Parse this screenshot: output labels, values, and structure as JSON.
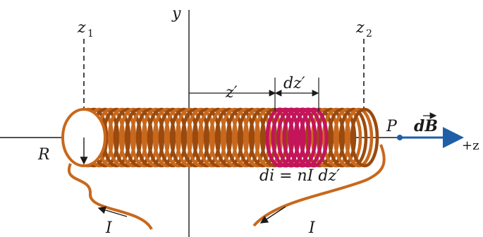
{
  "labels": {
    "y_axis": "y",
    "z1": "z",
    "z1_sub": "1",
    "z2": "z",
    "z2_sub": "2",
    "z_prime": "z′",
    "dz_prime": "dz′",
    "point": "P",
    "field": "dB",
    "plus_z": "+z",
    "radius": "R",
    "current_left": "I",
    "current_right": "I",
    "di_equation": "di = nI dz′"
  },
  "colors": {
    "coil": "#c8681c",
    "coil_dark": "#9a4a0e",
    "slice": "#c4145a",
    "field_arrow": "#1f5fa8",
    "axis": "#1a1a1a"
  }
}
